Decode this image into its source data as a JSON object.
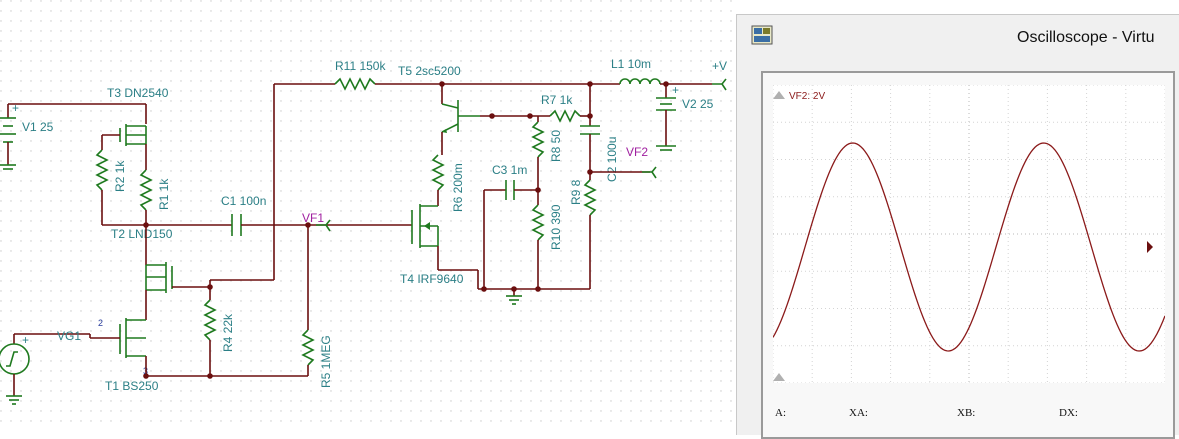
{
  "schematic": {
    "components": {
      "v1": "V1 25",
      "v2": "V2 25",
      "t3": "T3 DN2540",
      "t2": "T2 LND150",
      "t1": "T1 BS250",
      "t4": "T4 IRF9640",
      "t5": "T5 2sc5200",
      "r1": "R1 1k",
      "r2": "R2 1k",
      "r4": "R4 22k",
      "r5": "R5 1MEG",
      "r6": "R6 200m",
      "r7": "R7 1k",
      "r8": "R8 50",
      "r9": "R9 8",
      "r10": "R10 390",
      "r11": "R11 150k",
      "c1": "C1 100n",
      "c2": "C2 100u",
      "c3": "C3 1m",
      "l1": "L1 10m",
      "vg1": "VG1",
      "vf1": "VF1",
      "vf2": "VF2",
      "vplus": "+V",
      "pin2": "2",
      "pin3": "3"
    }
  },
  "oscilloscope": {
    "title": "Oscilloscope - Virtu",
    "channel_label": "VF2: 2V",
    "trace_color": "#8b1a1a",
    "readout": {
      "a": "A:",
      "xa": "XA:",
      "xb": "XB:",
      "dx": "DX:"
    }
  }
}
